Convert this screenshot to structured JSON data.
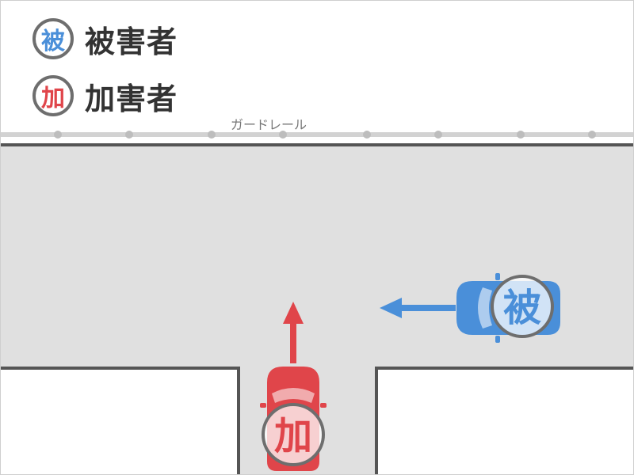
{
  "legend": {
    "victim": {
      "badge": "被",
      "label": "被害者"
    },
    "perpetrator": {
      "badge": "加",
      "label": "加害者"
    }
  },
  "guardrail_label": "ガードレール",
  "vehicles": {
    "victim": {
      "badge": "被",
      "direction": "left"
    },
    "perpetrator": {
      "badge": "加",
      "direction": "up"
    }
  },
  "colors": {
    "victim": "#4a8fd9",
    "perpetrator": "#e0454a",
    "road": "#e0e0e0",
    "curb": "#555555",
    "badge_border": "#6e6e6e",
    "guardrail": "#cfcfcf"
  }
}
